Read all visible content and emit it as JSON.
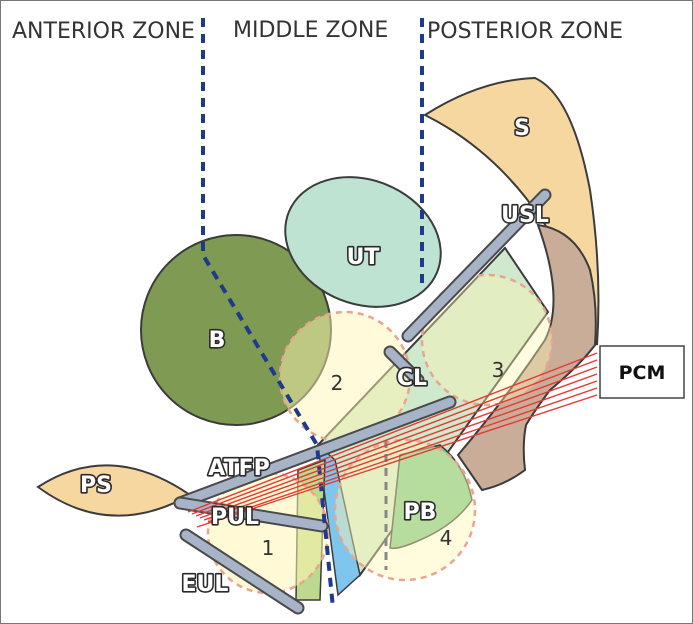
{
  "zones": {
    "anterior": "ANTERIOR ZONE",
    "middle": "MIDDLE ZONE",
    "posterior": "POSTERIOR ZONE"
  },
  "labels": {
    "sacrum": "S",
    "usl": "USL",
    "uterus": "UT",
    "bladder": "B",
    "cl": "CL",
    "pcm": "PCM",
    "atfp": "ATFP",
    "ps": "PS",
    "pul": "PUL",
    "pb": "PB",
    "eul": "EUL"
  },
  "circles": [
    "1",
    "2",
    "3",
    "4"
  ],
  "colors": {
    "bladder": "#7f9a52",
    "uterus": "#bfe3d2",
    "sacrum": "#f6d7a0",
    "pubis": "#f6d7a0",
    "rectum": "#c9ad98",
    "perineal_body": "#7dc98d",
    "vagina": "#cfe9cc",
    "ligament": "#a7b3c7",
    "zone_line": "#1f3a8a",
    "pcm_line": "#e53935",
    "circle_fill": "#fff6b3",
    "circle_border": "#e8a58f"
  }
}
